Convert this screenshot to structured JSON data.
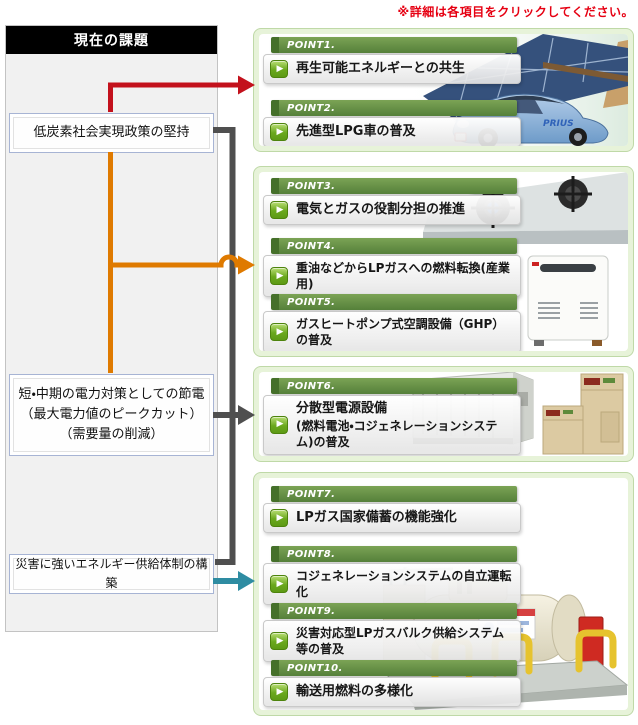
{
  "note": {
    "text": "※詳細は各項目をクリックしてください。"
  },
  "left_column": {
    "header": "現在の課題",
    "boxes": [
      {
        "line1": "低炭素社会実現政策の堅持"
      },
      {
        "line1": "短・中期の電力対策としての節電",
        "line2": "（最大電力値のピークカット）",
        "line3": "（需要量の削減）"
      },
      {
        "line1": "災害に強いエネルギー供給体制の構築"
      }
    ]
  },
  "panels": [
    {
      "points": [
        {
          "label": "POINT1.",
          "text": "再生可能エネルギーとの共生"
        },
        {
          "label": "POINT2.",
          "text": "先進型LPG車の普及"
        }
      ]
    },
    {
      "points": [
        {
          "label": "POINT3.",
          "text": "電気とガスの役割分担の推進"
        },
        {
          "label": "POINT4.",
          "text": "重油などからLPガスへの燃料転換(産業用)"
        },
        {
          "label": "POINT5.",
          "text": "ガスヒートポンプ式空調設備（GHP）の普及"
        }
      ]
    },
    {
      "points": [
        {
          "label": "POINT6.",
          "text": "分散型電源設備",
          "text2": "(燃料電池・コジェネレーションシステム)の普及"
        }
      ]
    },
    {
      "points": [
        {
          "label": "POINT7.",
          "text": "LPガス国家備蓄の機能強化"
        },
        {
          "label": "POINT8.",
          "text": "コジェネレーションシステムの自立運転化"
        },
        {
          "label": "POINT9.",
          "text": "災害対応型LPガスバルク供給システム等の普及"
        },
        {
          "label": "POINT10.",
          "text": "輸送用燃料の多様化"
        }
      ]
    }
  ],
  "icons": {
    "play": "▶"
  },
  "photos": {
    "car_text": "PRIUS"
  },
  "colors": {
    "note_red": "#e60012",
    "bar_green_dark": "#45702a",
    "arrow_red": "#c3111c",
    "arrow_orange": "#df7a00",
    "arrow_gray": "#4f4f4f",
    "arrow_teal": "#2e8ca2",
    "panel_border": "#bfd9a7"
  }
}
